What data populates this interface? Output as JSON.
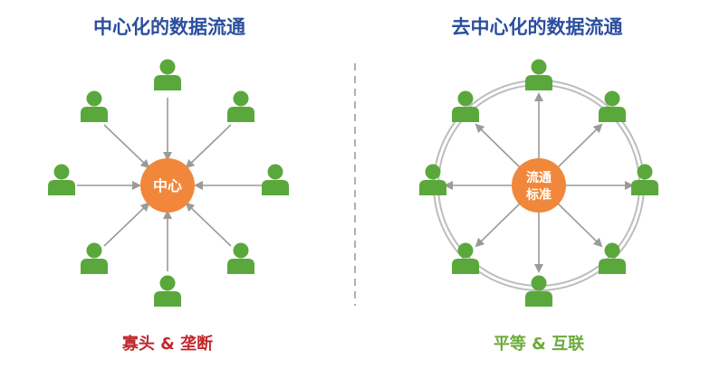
{
  "left_panel": {
    "title": "中心化的数据流通",
    "hub_label": "中心",
    "caption": "寡头 & 垄断",
    "caption_color": "#c0282e"
  },
  "right_panel": {
    "title": "去中心化的数据流通",
    "hub_label_line1": "流通",
    "hub_label_line2": "标准",
    "caption": "平等 & 互联",
    "caption_color": "#6aaa3a"
  },
  "colors": {
    "title": "#2b4f9e",
    "person": "#5aa83c",
    "hub": "#f0873a",
    "arrow": "#9a9a9a",
    "divider": "#b0b0b0"
  }
}
